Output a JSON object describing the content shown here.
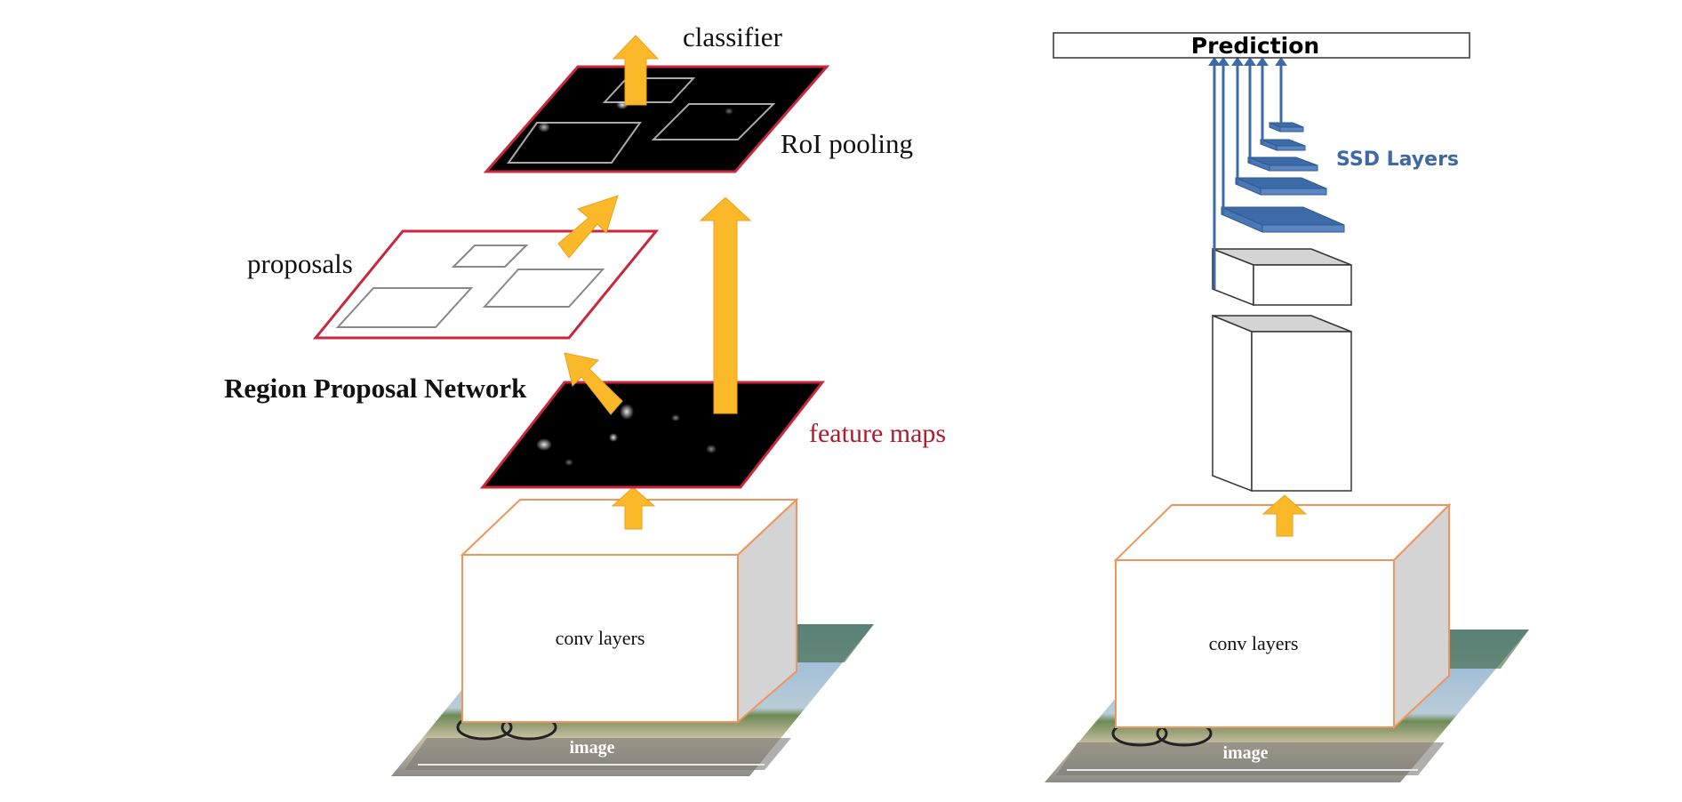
{
  "left_diagram": {
    "labels": {
      "classifier": "classifier",
      "roi_pooling": "RoI pooling",
      "proposals": "proposals",
      "rpn": "Region Proposal Network",
      "feature_maps": "feature maps",
      "conv_layers": "conv layers",
      "image": "image"
    }
  },
  "right_diagram": {
    "labels": {
      "prediction": "Prediction",
      "ssd_layers": "SSD Layers",
      "conv_layers": "conv layers",
      "image": "image"
    }
  },
  "colors": {
    "arrow": "#FBB829",
    "arrow_stroke": "#E8A21C",
    "map_border": "#C8283C",
    "conv_border": "#F0955A",
    "ssd_blue": "#3D6BA8",
    "ssd_blue_light": "#5B86C2",
    "feature_maps_text": "#B5192B",
    "ssd_text": "#3E69A3"
  }
}
